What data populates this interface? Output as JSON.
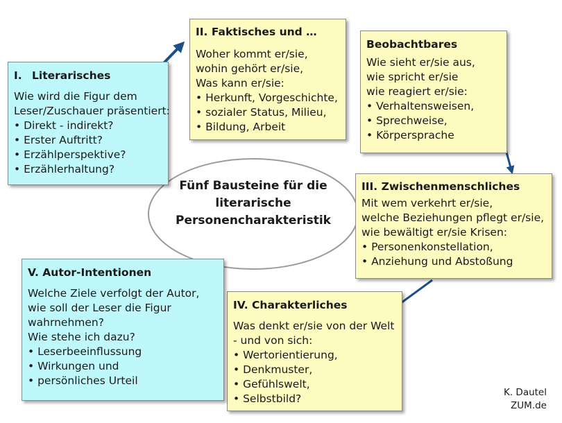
{
  "center": {
    "lines": [
      "Fünf Bausteine für die",
      "literarische",
      "Personencharakteristik"
    ]
  },
  "box_1": {
    "number": "I.",
    "title": "Literarisches",
    "lines": [
      "Wie wird die Figur dem",
      "Leser/Zuschauer präsentiert:"
    ],
    "bullets": [
      "Direkt - indirekt?",
      "Erster Auftritt?",
      "Erzählperspektive?",
      "Erzählerhaltung?"
    ]
  },
  "box_2": {
    "title": "II. Faktisches und …",
    "lines": [
      "Woher kommt er/sie,",
      "wohin gehört er/sie,",
      "Was kann er/sie:"
    ],
    "bullets": [
      "Herkunft, Vorgeschichte,",
      "sozialer Status, Milieu,",
      "Bildung, Arbeit"
    ]
  },
  "box_observable": {
    "title": "Beobachtbares",
    "lines": [
      "Wie sieht er/sie aus,",
      "wie spricht er/sie",
      "wie reagiert er/sie:"
    ],
    "bullets": [
      "Verhaltensweisen,",
      "Sprechweise,",
      "Körpersprache"
    ]
  },
  "box_3": {
    "title": "III. Zwischenmenschliches",
    "lines": [
      "Mit wem verkehrt er/sie,",
      "welche Beziehungen pflegt er/sie,",
      "wie bewältigt er/sie Krisen:"
    ],
    "bullets": [
      "Personenkonstellation,",
      "Anziehung und Abstoßung"
    ]
  },
  "box_4": {
    "title": "IV. Charakterliches",
    "lines": [
      "Was denkt er/sie von der Welt",
      "- und von sich:"
    ],
    "bullets": [
      "Wertorientierung,",
      "Denkmuster,",
      "Gefühlswelt,",
      "Selbstbild?"
    ]
  },
  "box_5": {
    "title": "V. Autor-Intentionen",
    "lines": [
      "Welche Ziele verfolgt der Autor,",
      "wie soll der Leser die Figur",
      "wahrnehmen?",
      "Wie stehe ich dazu?"
    ],
    "bullets": [
      "Leserbeeinflussung",
      "Wirkungen und",
      "persönliches Urteil"
    ]
  },
  "credit": {
    "author": "K. Dautel",
    "site": "ZUM.de"
  },
  "colors": {
    "cyan_box": "#bff8fb",
    "yellow_box": "#fdfbbf",
    "arrow": "#1c4f87",
    "ellipse_stroke": "#9a9a9a"
  }
}
